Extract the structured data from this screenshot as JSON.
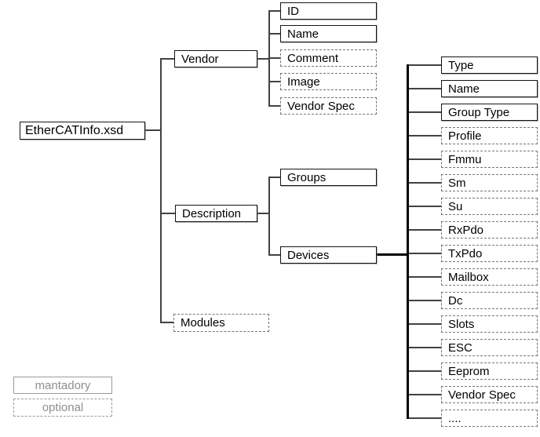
{
  "diagram": {
    "type": "schema-tree",
    "root": {
      "label": "EtherCATInfo.xsd",
      "presence": "mandatory"
    },
    "level1": [
      {
        "label": "Vendor",
        "presence": "mandatory"
      },
      {
        "label": "Description",
        "presence": "mandatory"
      },
      {
        "label": "Modules",
        "presence": "optional"
      }
    ],
    "vendor_children": [
      {
        "label": "ID",
        "presence": "mandatory"
      },
      {
        "label": "Name",
        "presence": "mandatory"
      },
      {
        "label": "Comment",
        "presence": "optional"
      },
      {
        "label": "Image",
        "presence": "optional"
      },
      {
        "label": "Vendor Spec",
        "presence": "optional"
      }
    ],
    "description_children": [
      {
        "label": "Groups",
        "presence": "mandatory"
      },
      {
        "label": "Devices",
        "presence": "mandatory"
      }
    ],
    "devices_children": [
      {
        "label": "Type",
        "presence": "mandatory"
      },
      {
        "label": "Name",
        "presence": "mandatory"
      },
      {
        "label": "Group Type",
        "presence": "mandatory"
      },
      {
        "label": "Profile",
        "presence": "optional"
      },
      {
        "label": "Fmmu",
        "presence": "optional"
      },
      {
        "label": "Sm",
        "presence": "optional"
      },
      {
        "label": "Su",
        "presence": "optional"
      },
      {
        "label": "RxPdo",
        "presence": "optional"
      },
      {
        "label": "TxPdo",
        "presence": "optional"
      },
      {
        "label": "Mailbox",
        "presence": "optional"
      },
      {
        "label": "Dc",
        "presence": "optional"
      },
      {
        "label": "Slots",
        "presence": "optional"
      },
      {
        "label": "ESC",
        "presence": "optional"
      },
      {
        "label": "Eeprom",
        "presence": "optional"
      },
      {
        "label": "Vendor Spec",
        "presence": "optional"
      },
      {
        "label": "....",
        "presence": "optional"
      }
    ],
    "legend": {
      "mandatory_label": "mantadory",
      "optional_label": "optional"
    },
    "colors": {
      "background": "#ffffff",
      "solid_border": "#141414",
      "dashed_border": "#767676",
      "connector_line": "#424242",
      "devices_connector": "#000000",
      "legend_border": "#9b9b9b",
      "legend_text": "#8e8e8e",
      "node_text": "#000000"
    }
  }
}
